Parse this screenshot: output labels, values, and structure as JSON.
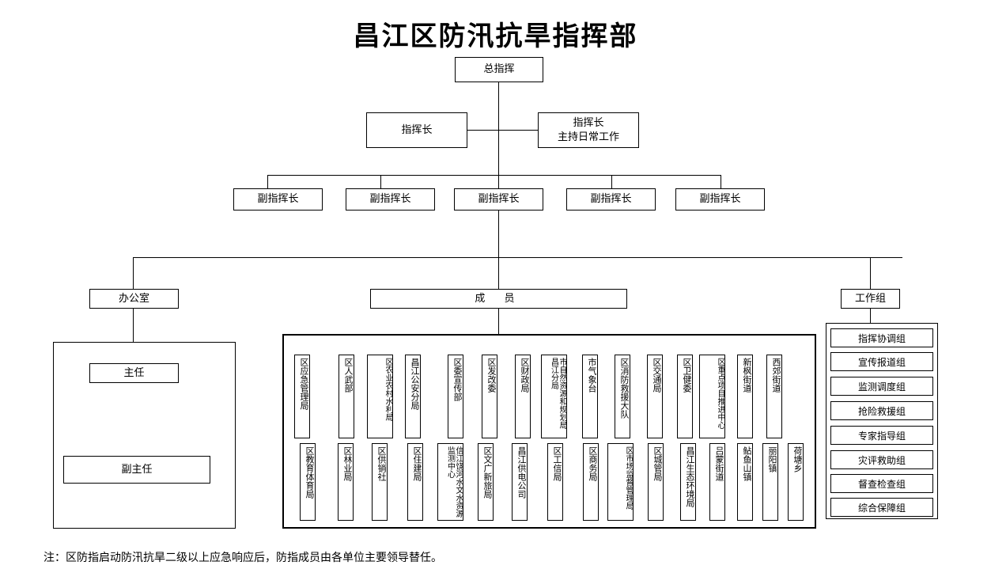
{
  "title": "昌江区防汛抗旱指挥部",
  "top": {
    "commander": "总指挥"
  },
  "level2": {
    "chief_left": "指挥长",
    "chief_right_line1": "指挥长",
    "chief_right_line2": "主持日常工作"
  },
  "deputies": [
    {
      "label": "副指挥长"
    },
    {
      "label": "副指挥长"
    },
    {
      "label": "副指挥长"
    },
    {
      "label": "副指挥长"
    },
    {
      "label": "副指挥长"
    }
  ],
  "sections": {
    "office": "办公室",
    "members": "成  员",
    "workgroup": "工作组"
  },
  "office": {
    "director": "主任",
    "deputy_director": "副主任"
  },
  "members_row1": [
    {
      "label": "区应急管理局"
    },
    {
      "label": "区人武部"
    },
    {
      "label": "区农业农村水利局"
    },
    {
      "label": "昌江公安分局"
    },
    {
      "label": "区委宣传部"
    },
    {
      "label": "区发改委"
    },
    {
      "label": "区财政局"
    },
    {
      "label": "市自然资源和规划局昌江分局"
    },
    {
      "label": "市气象台"
    },
    {
      "label": "区消防救援大队"
    },
    {
      "label": "区交通局"
    },
    {
      "label": "区卫健委"
    },
    {
      "label": "区重点项目推进中心"
    },
    {
      "label": "新枫街道"
    },
    {
      "label": "西郊街道"
    }
  ],
  "members_row2": [
    {
      "label": "区教育体育局"
    },
    {
      "label": "区林业局"
    },
    {
      "label": "区供销社"
    },
    {
      "label": "区住建局"
    },
    {
      "label": "信江饶河水文水资源监测中心"
    },
    {
      "label": "区文广新旅局"
    },
    {
      "label": "昌江供电公司"
    },
    {
      "label": "区工信局"
    },
    {
      "label": "区商务局"
    },
    {
      "label": "区市场监督管理局"
    },
    {
      "label": "区城管局"
    },
    {
      "label": "昌江生态环境局"
    },
    {
      "label": "吕蒙街道"
    },
    {
      "label": "鲇鱼山镇"
    },
    {
      "label": "丽阳镇"
    },
    {
      "label": "荷塘乡"
    }
  ],
  "workgroups": [
    {
      "label": "指挥协调组"
    },
    {
      "label": "宣传报道组"
    },
    {
      "label": "监测调度组"
    },
    {
      "label": "抢险救援组"
    },
    {
      "label": "专家指导组"
    },
    {
      "label": "灾评救助组"
    },
    {
      "label": "督查检查组"
    },
    {
      "label": "综合保障组"
    }
  ],
  "footer": {
    "note": "注：区防指启动防汛抗旱二级以上应急响应后，防指成员由各单位主要领导替任。"
  },
  "colors": {
    "line": "#000000",
    "background": "#ffffff",
    "text": "#000000"
  }
}
